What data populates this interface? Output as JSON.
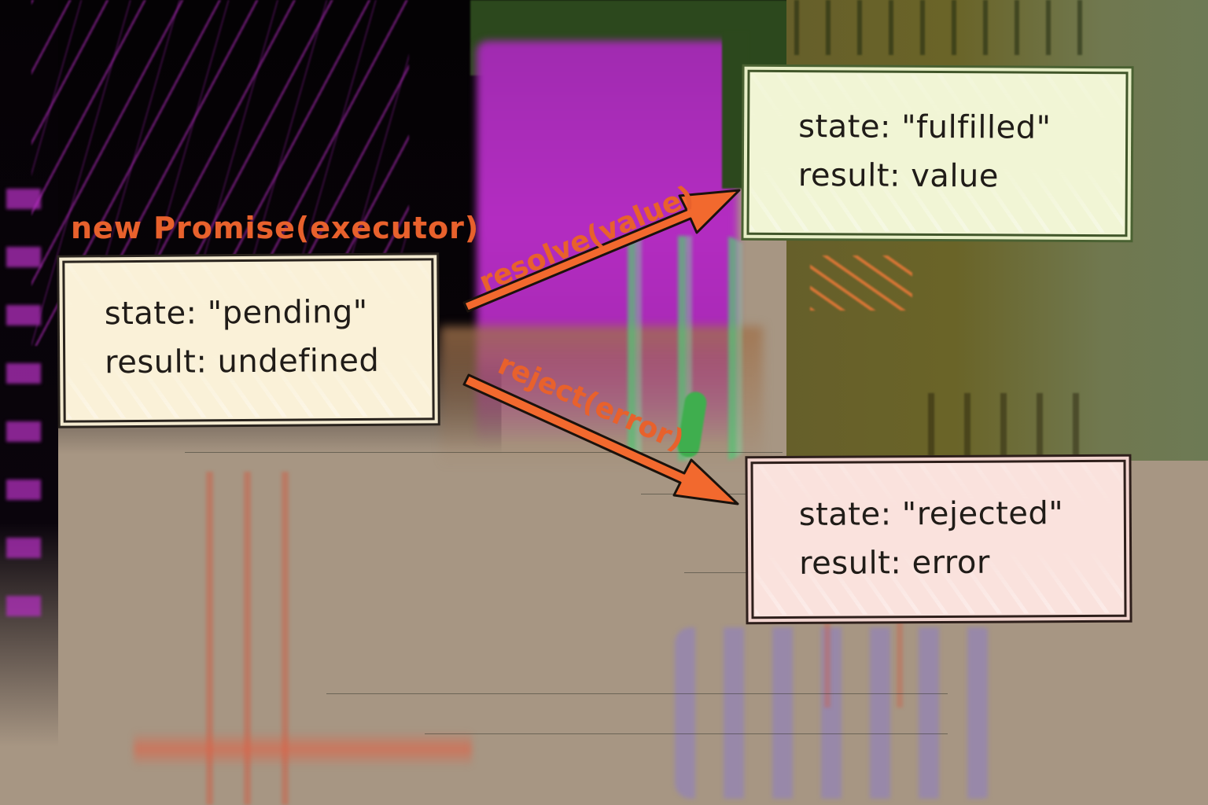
{
  "diagram": {
    "title_semantic": "JavaScript Promise states diagram",
    "creation_label": "new Promise(executor)",
    "pending_box": {
      "line1": "state: \"pending\"",
      "line2": "result: undefined"
    },
    "fulfilled_box": {
      "line1": "state: \"fulfilled\"",
      "line2": "result: value"
    },
    "rejected_box": {
      "line1": "state: \"rejected\"",
      "line2": "result: error"
    },
    "resolve_arrow_label": "resolve(value)",
    "reject_arrow_label": "reject(error)",
    "colors": {
      "accent_orange": "#e8612c",
      "arrow_fill": "#f2692e",
      "arrow_outline": "#1a120c",
      "pending_fill": "#faf1d8",
      "pending_border": "#2a241e",
      "fulfilled_fill": "#f1f5d5",
      "fulfilled_border": "#41562a",
      "rejected_fill": "#fae2dd",
      "rejected_border": "#2e1f1b",
      "text": "#201c18"
    },
    "background_artifacts": {
      "black": "#050305",
      "magenta": "#b02fbe",
      "dark_green": "#2c481d",
      "olive": "#6a6428",
      "gray_green": "#70784f",
      "tan": "#a79683",
      "bright_green": "#3fae4e",
      "lavender": "#8c7dc8",
      "salmon": "#cd5f46"
    }
  }
}
